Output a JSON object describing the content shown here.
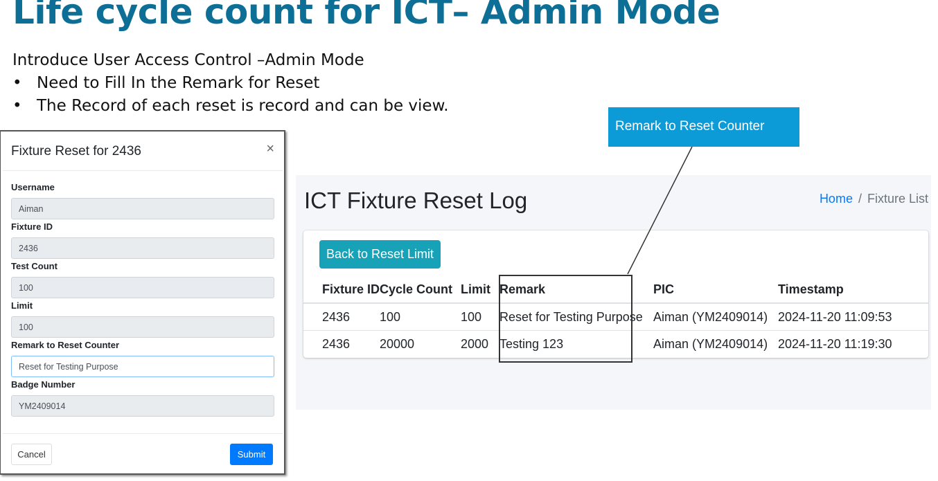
{
  "slide": {
    "title": "Life cycle count for ICT– Admin Mode",
    "intro": "Introduce User Access Control –Admin Mode",
    "bullets": [
      "Need to Fill In the Remark for Reset",
      "The Record of each reset is record and can be view."
    ],
    "bullet_symbol": "•",
    "title_color": "#0e6f96"
  },
  "callout": {
    "text": "Remark to  Reset Counter",
    "color": "#0d9bd7"
  },
  "reset_log": {
    "title": "ICT Fixture Reset Log",
    "breadcrumb": {
      "home": "Home",
      "separator": "/",
      "current": "Fixture List"
    },
    "back_button": "Back to Reset Limit",
    "columns": [
      "Fixture ID",
      "Cycle Count",
      "Limit",
      "Remark",
      "PIC",
      "Timestamp"
    ],
    "rows": [
      [
        "2436",
        "100",
        "100",
        "Reset for Testing Purpose",
        "Aiman (YM2409014)",
        "2024-11-20 11:09:53"
      ],
      [
        "2436",
        "20000",
        "2000",
        "Testing 123",
        "Aiman (YM2409014)",
        "2024-11-20 11:19:30"
      ]
    ],
    "button_color": "#17a2b8",
    "link_color": "#007bff"
  },
  "modal": {
    "title": "Fixture Reset for 2436",
    "close": "×",
    "fields": {
      "username": {
        "label": "Username",
        "value": "Aiman"
      },
      "fixture_id": {
        "label": "Fixture ID",
        "value": "2436"
      },
      "test_count": {
        "label": "Test Count",
        "value": "100"
      },
      "limit": {
        "label": "Limit",
        "value": "100"
      },
      "remark": {
        "label": "Remark to Reset Counter",
        "value": "Reset for Testing Purpose"
      },
      "badge": {
        "label": "Badge Number",
        "value": "YM2409014"
      }
    },
    "cancel": "Cancel",
    "submit": "Submit",
    "submit_color": "#007bff"
  }
}
